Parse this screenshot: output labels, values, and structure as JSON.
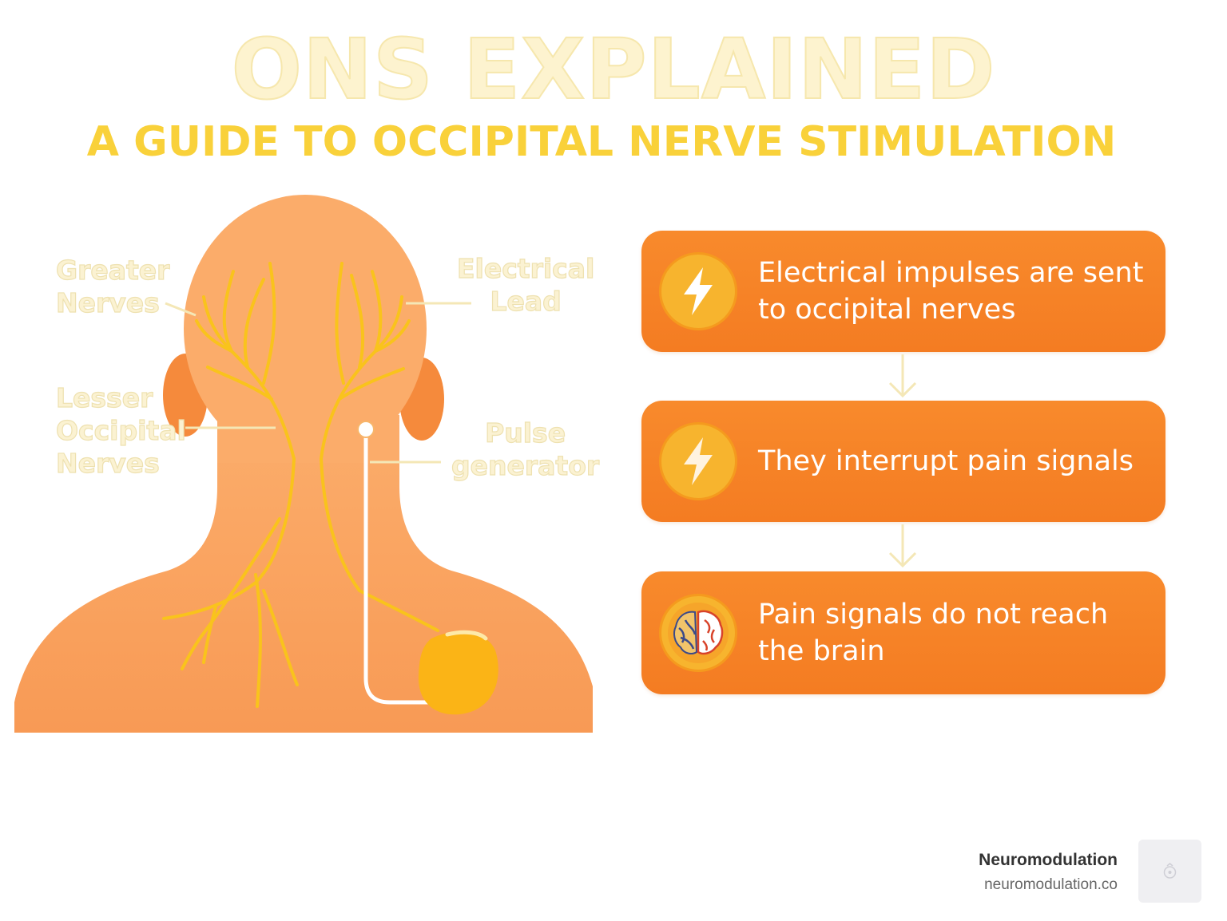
{
  "header": {
    "title": "ONS EXPLAINED",
    "subtitle": "A GUIDE TO OCCIPITAL NERVE STIMULATION"
  },
  "diagram": {
    "labels": {
      "greater_nerves": "Greater\nNerves",
      "electrical_lead": "Electrical\nLead",
      "lesser_occipital": "Lesser\nOccipital\nNerves",
      "pulse_generator": "Pulse\ngenerator"
    },
    "colors": {
      "skin": "#f9a462",
      "nerve": "#f9c31c",
      "lead": "#ffffff",
      "generator": "#fbb416"
    }
  },
  "steps": [
    {
      "icon": "lightning-icon",
      "text": "Electrical impulses are sent to occipital nerves"
    },
    {
      "icon": "lightning-icon",
      "text": "They interrupt pain signals"
    },
    {
      "icon": "brain-icon",
      "text": "Pain signals do not reach the brain"
    }
  ],
  "footer": {
    "brand": "Neuromodulation",
    "url": "neuromodulation.co"
  },
  "palette": {
    "card": "#f5811f",
    "badge": "#f7b42e",
    "title": "#fdf3cf",
    "subtitle": "#f9d13a",
    "connector": "#f4e7b6"
  }
}
